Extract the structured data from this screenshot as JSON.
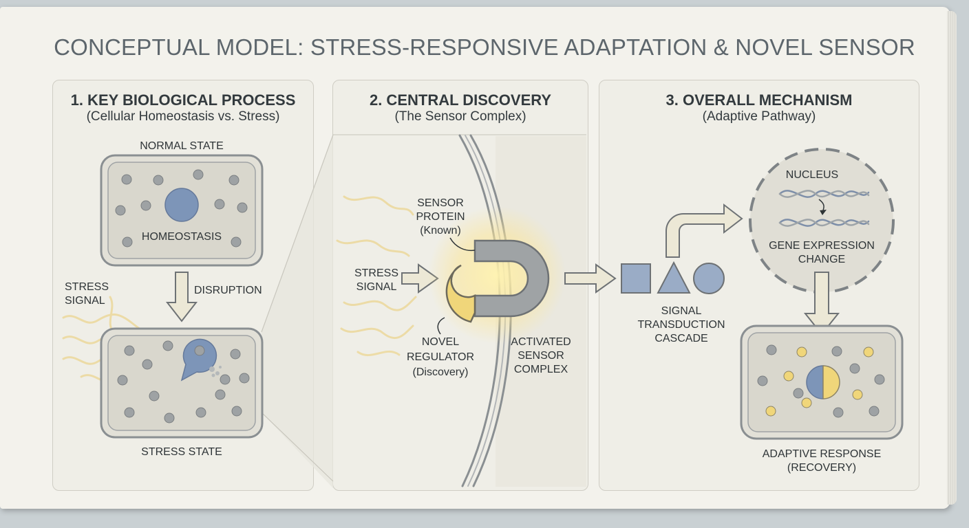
{
  "title": "CONCEPTUAL MODEL: STRESS-RESPONSIVE ADAPTATION & NOVEL SENSOR",
  "panels": [
    {
      "heading": "1. KEY BIOLOGICAL PROCESS",
      "subheading": "(Cellular Homeostasis vs. Stress)"
    },
    {
      "heading": "2. CENTRAL DISCOVERY",
      "subheading": "(The Sensor Complex)"
    },
    {
      "heading": "3. OVERALL MECHANISM",
      "subheading": "(Adaptive Pathway)"
    }
  ],
  "labels": {
    "normal_state": "NORMAL STATE",
    "homeostasis": "HOMEOSTASIS",
    "disruption": "DISRUPTION",
    "stress_signal_1": [
      "STRESS",
      "SIGNAL"
    ],
    "stress_state": "STRESS STATE",
    "sensor_protein": [
      "SENSOR",
      "PROTEIN",
      "(Known)"
    ],
    "stress_signal_2": [
      "STRESS",
      "SIGNAL"
    ],
    "novel_regulator": [
      "NOVEL",
      "REGULATOR",
      "(Discovery)"
    ],
    "activated_complex": [
      "ACTIVATED",
      "SENSOR",
      "COMPLEX"
    ],
    "nucleus": "NUCLEUS",
    "gene_expression": [
      "GENE EXPRESSION",
      "CHANGE"
    ],
    "signal_transduction": [
      "SIGNAL",
      "TRANSDUCTION",
      "CASCADE"
    ],
    "adaptive_response": [
      "ADAPTIVE RESPONSE",
      "(RECOVERY)"
    ]
  },
  "colors": {
    "ink": "#2e3437",
    "cell_fill": "#dedcd2",
    "cell_border": "#7e8386",
    "nucleus_blue": "#7d95b8",
    "dot_gray": "#9a9ea0",
    "accent_yellow": "#f0d67a",
    "arrow_fill": "#ece8d6"
  }
}
